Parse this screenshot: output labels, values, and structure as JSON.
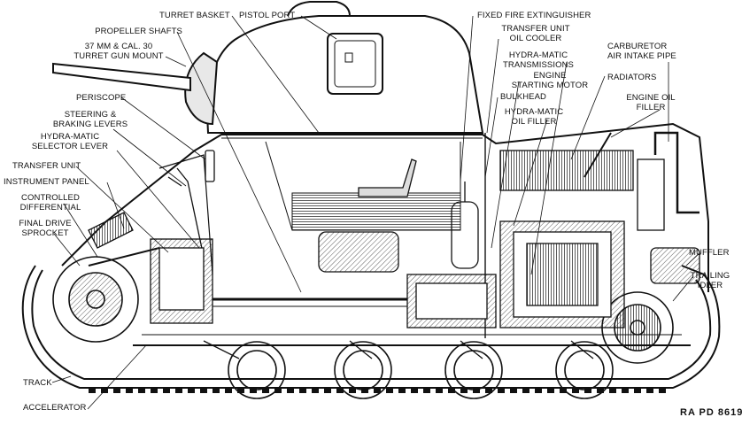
{
  "labels": {
    "turret_basket": "TURRET BASKET",
    "pistol_port": "PISTOL PORT",
    "fixed_fire_extinguisher": "FIXED FIRE EXTINGUISHER",
    "propeller_shafts": "PROPELLER SHAFTS",
    "turret_gun_mount": "37 MM & CAL. 30\nTURRET GUN MOUNT",
    "transfer_unit_oil_cooler": "TRANSFER UNIT\nOIL COOLER",
    "carburetor_air_intake_pipe": "CARBURETOR\nAIR INTAKE PIPE",
    "hydramatic_transmissions": "HYDRA-MATIC\nTRANSMISSIONS",
    "radiators": "RADIATORS",
    "engine_starting_motor": "ENGINE\nSTARTING MOTOR",
    "engine_oil_filler": "ENGINE OIL\nFILLER",
    "periscope": "PERISCOPE",
    "bulkhead": "BULKHEAD",
    "hydramatic_oil_filler": "HYDRA-MATIC\nOIL FILLER",
    "steering_braking_levers": "STEERING &\nBRAKING LEVERS",
    "hydramatic_selector_lever": "HYDRA-MATIC\nSELECTOR LEVER",
    "transfer_unit": "TRANSFER UNIT",
    "instrument_panel": "INSTRUMENT PANEL",
    "controlled_differential": "CONTROLLED\nDIFFERENTIAL",
    "final_drive_sprocket": "FINAL DRIVE\nSPROCKET",
    "muffler": "MUFFLER",
    "trailing_idler": "TRAILING\nIDLER",
    "track": "TRACK",
    "accelerator": "ACCELERATOR"
  },
  "figure_code": "RA PD 8619",
  "colors": {
    "ink": "#111111",
    "background": "#ffffff",
    "shade": "#9a9a9a"
  }
}
